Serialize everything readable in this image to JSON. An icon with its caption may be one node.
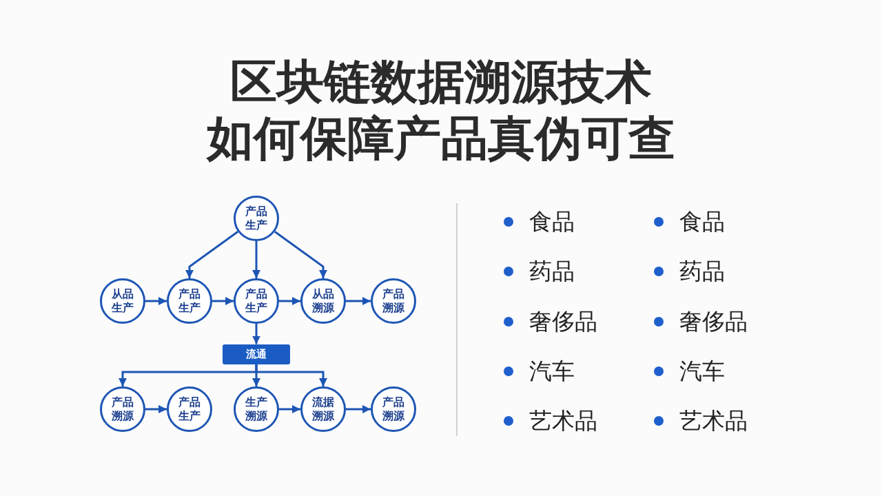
{
  "diagram": {
    "title": "区块链数据溯源技术如何保障产品真伪可查",
    "nodes": [
      {
        "text": [
          "产品生产"
        ]
      },
      {
        "text": [
          "从品生产"
        ]
      },
      {
        "text": [
          "产品生产"
        ]
      },
      {
        "text": [
          "产品生产"
        ]
      },
      {
        "text": [
          "从品溯源"
        ]
      },
      {
        "text": [
          "产品溯源"
        ]
      },
      {
        "text": [
          "流通"
        ]
      },
      {
        "text": [
          "产品溯源"
        ]
      },
      {
        "text": [
          "产品生产"
        ]
      },
      {
        "text": [
          "生产溯源"
        ]
      },
      {
        "text": [
          "流据溯源"
        ]
      },
      {
        "text": [
          "产品溯源"
        ]
      }
    ],
    "edges": [
      {
        "from": 0,
        "to": 2,
        "arrow": "to"
      },
      {
        "from": 0,
        "to": 3,
        "arrow": "to"
      },
      {
        "from": 0,
        "to": 4,
        "arrow": "to"
      },
      {
        "from": 1,
        "to": 2,
        "arrow": "to"
      },
      {
        "from": 2,
        "to": 3,
        "arrow": "to"
      },
      {
        "from": 3,
        "to": 4,
        "arrow": "to"
      },
      {
        "from": 4,
        "to": 5,
        "arrow": "to"
      },
      {
        "from": 3,
        "to": 6,
        "arrow": "to"
      },
      {
        "from": 6,
        "to": 7,
        "arrow": "to"
      },
      {
        "from": 6,
        "to": 9,
        "arrow": "to"
      },
      {
        "from": 6,
        "to": 10,
        "arrow": "to"
      },
      {
        "from": 7,
        "to": 8,
        "arrow": "to"
      },
      {
        "from": 9,
        "to": 10,
        "arrow": "to"
      },
      {
        "from": 10,
        "to": 11,
        "arrow": "to"
      }
    ],
    "labels": [
      "食品",
      "食品",
      "药品",
      "药品",
      "奢侈品",
      "奢侈品",
      "汽车",
      "汽车",
      "艺术品",
      "艺术品"
    ]
  }
}
